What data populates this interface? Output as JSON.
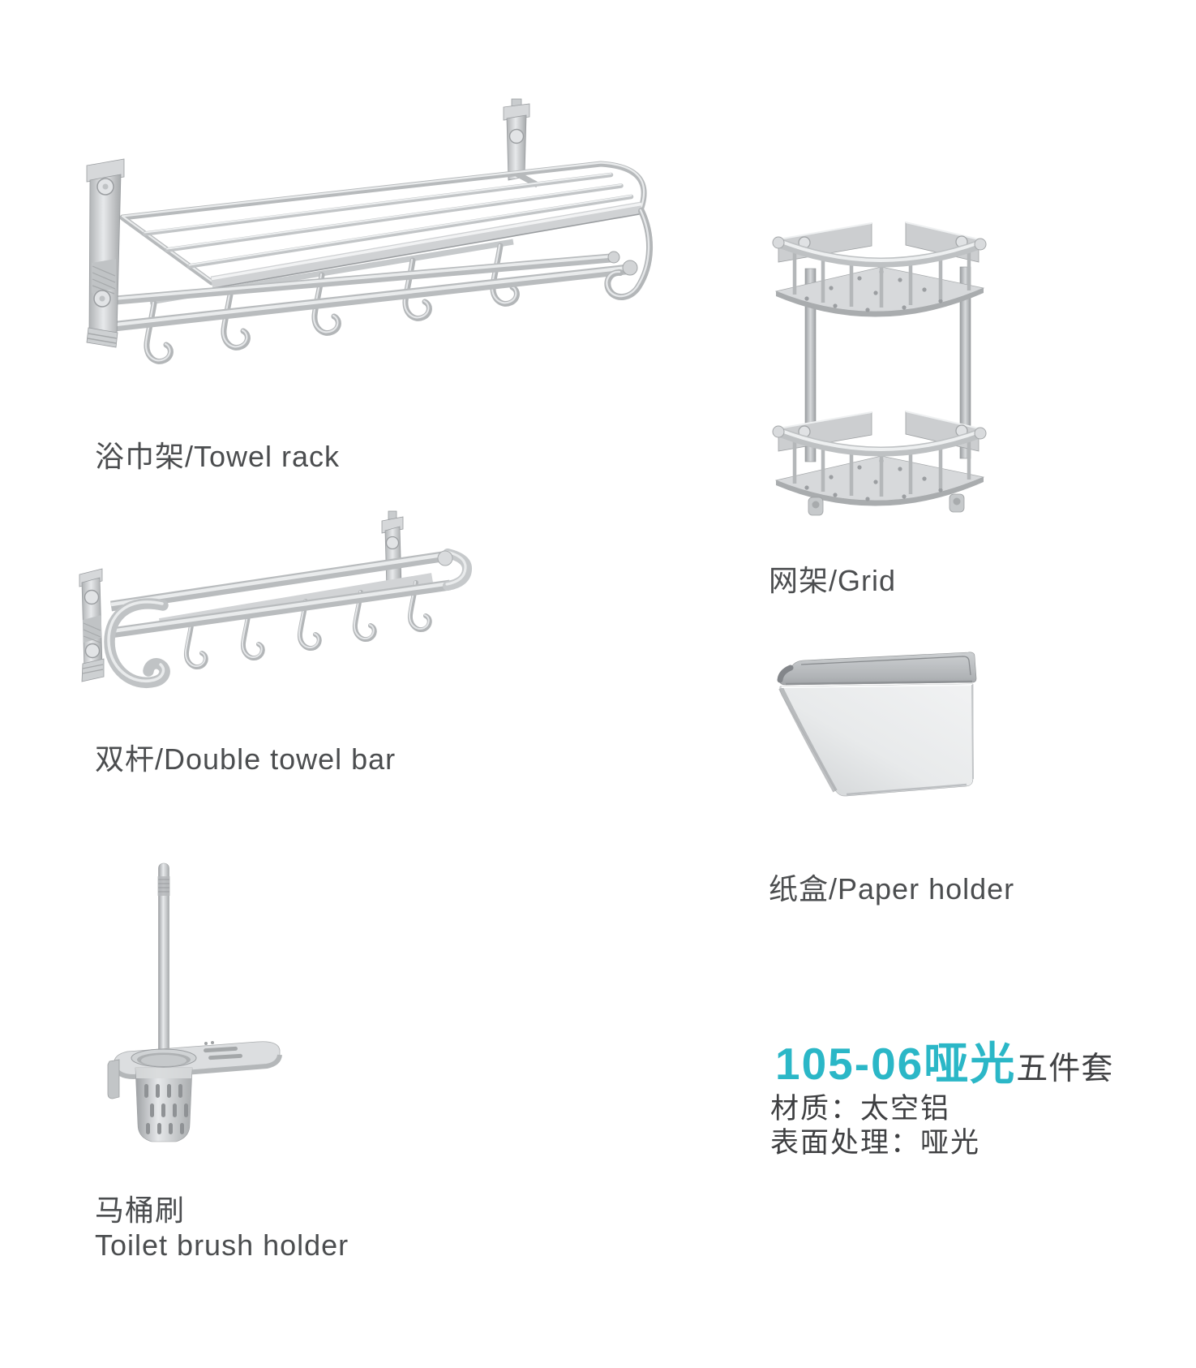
{
  "labels": {
    "towel_rack": "浴巾架/Towel rack",
    "double_towel_bar": "双杆/Double towel bar",
    "toilet_brush_line1": "马桶刷",
    "toilet_brush_line2": "Toilet brush holder",
    "grid": "网架/Grid",
    "paper_holder": "纸盒/Paper holder"
  },
  "info": {
    "model": "105-06哑光",
    "model_suffix": "五件套",
    "material": "材质：太空铝",
    "surface": "表面处理：哑光",
    "accent_color": "#2bb7c7"
  }
}
